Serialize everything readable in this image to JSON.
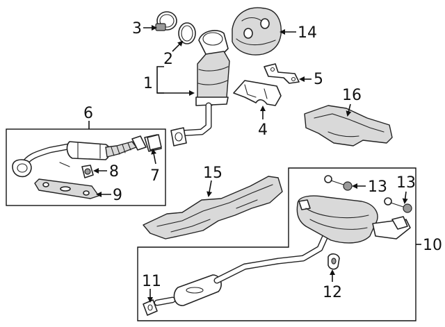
{
  "callouts": {
    "c1": "1",
    "c2": "2",
    "c3": "3",
    "c4": "4",
    "c5": "5",
    "c6": "6",
    "c7": "7",
    "c8": "8",
    "c9": "9",
    "c10": "10",
    "c11": "11",
    "c12": "12",
    "c13a": "13",
    "c13b": "13",
    "c14": "14",
    "c15": "15",
    "c16": "16"
  },
  "colors": {
    "line": "#222222",
    "shading": "#d9d9d9",
    "background": "#ffffff"
  }
}
